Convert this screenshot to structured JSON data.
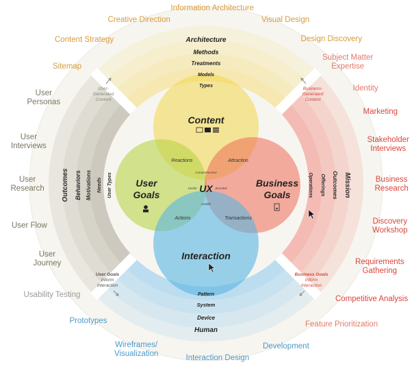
{
  "outer_labels": [
    {
      "id": "information-architecture",
      "text": "Information Architecture",
      "color": "#d79b3a"
    },
    {
      "id": "creative-direction",
      "text": "Creative Direction",
      "color": "#d79b3a"
    },
    {
      "id": "visual-design",
      "text": "Visual Design",
      "color": "#d79b3a"
    },
    {
      "id": "content-strategy",
      "text": "Content Strategy",
      "color": "#d79b3a"
    },
    {
      "id": "design-discovery",
      "text": "Design Discovery",
      "color": "#d79b3a"
    },
    {
      "id": "sitemap",
      "text": "Sitemap",
      "color": "#d79b3a"
    },
    {
      "id": "subject-matter-expertise",
      "text": "Subject Matter\nExpertise",
      "color": "#e07a6a"
    },
    {
      "id": "identity",
      "text": "Identity",
      "color": "#e07a6a"
    },
    {
      "id": "user-personas",
      "text": "User\nPersonas",
      "color": "#7a7460"
    },
    {
      "id": "marketing",
      "text": "Marketing",
      "color": "#d9463c"
    },
    {
      "id": "user-interviews",
      "text": "User\nInterviews",
      "color": "#7a7460"
    },
    {
      "id": "stakeholder-interviews",
      "text": "Stakeholder\nInterviews",
      "color": "#d9463c"
    },
    {
      "id": "user-research",
      "text": "User\nResearch",
      "color": "#7a7460"
    },
    {
      "id": "business-research",
      "text": "Business\nResearch",
      "color": "#d9463c"
    },
    {
      "id": "user-flow",
      "text": "User Flow",
      "color": "#7a7460"
    },
    {
      "id": "discovery-workshop",
      "text": "Discovery\nWorkshop",
      "color": "#d9463c"
    },
    {
      "id": "user-journey",
      "text": "User\nJourney",
      "color": "#7a7460"
    },
    {
      "id": "requirements-gathering",
      "text": "Requirements\nGathering",
      "color": "#d9463c"
    },
    {
      "id": "usability-testing",
      "text": "Usability Testing",
      "color": "#9a9a9a"
    },
    {
      "id": "competitive-analysis",
      "text": "Competitive Analysis",
      "color": "#d9463c"
    },
    {
      "id": "prototypes",
      "text": "Prototypes",
      "color": "#4a9ac8"
    },
    {
      "id": "feature-prioritization",
      "text": "Feature Prioritization",
      "color": "#e07a6a"
    },
    {
      "id": "wireframes-visualization",
      "text": "Wireframes/\nVisualization",
      "color": "#4a9ac8"
    },
    {
      "id": "development",
      "text": "Development",
      "color": "#4a9ac8"
    },
    {
      "id": "interaction-design",
      "text": "Interaction Design",
      "color": "#4a9ac8"
    }
  ],
  "top_stack": [
    "Architecture",
    "Methods",
    "Treatments",
    "Models",
    "Types"
  ],
  "bottom_stack": [
    "Pattern",
    "System",
    "Device",
    "Human"
  ],
  "left_stack": [
    "Outcomes",
    "Behaviors",
    "Motivations",
    "Needs",
    "User Types"
  ],
  "right_stack": [
    "Operations",
    "Offerings",
    "Outcomes",
    "Mission"
  ],
  "circles": {
    "content": "Content",
    "user_goals_1": "User",
    "user_goals_2": "Goals",
    "business_goals_1": "Business",
    "business_goals_2": "Goals",
    "interaction": "Interaction",
    "center": "UX"
  },
  "overlaps": {
    "reactions": "Reactions",
    "attraction": "Attraction",
    "actions": "Actions",
    "transactions": "Transactions",
    "comprehensive": "Comprehensive",
    "useful": "Useful",
    "branded": "Branded",
    "usable": "Usable"
  },
  "notes": {
    "user_generated": [
      "User-",
      "Generated",
      "Content"
    ],
    "business_generated": [
      "Business-",
      "Generated",
      "Content"
    ],
    "user_goals_inform": [
      "User Goals",
      "Inform",
      "Interaction"
    ],
    "business_goals_inform": [
      "Business Goals",
      "Inform",
      "Interaction"
    ]
  },
  "colors": {
    "content": "#f3d64a",
    "user_goals": "#b8d44a",
    "business": "#ef6b57",
    "interaction": "#58b6e3",
    "ring_gray": "#c8c4b8",
    "ring_red": "#f2b5ac",
    "ring_blue": "#b5daee",
    "ring_yellow": "#f5e7a8"
  }
}
